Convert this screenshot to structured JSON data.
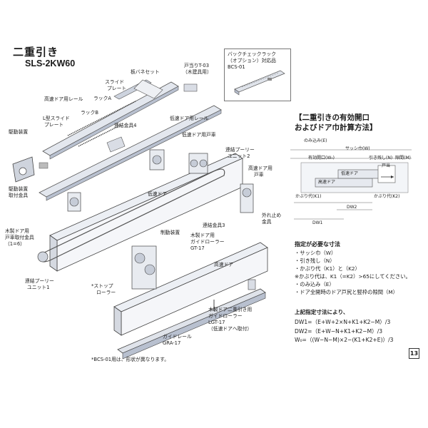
{
  "title": "二重引き",
  "model": "SLS-2KW60",
  "bcs": {
    "line1": "バックチェックラック",
    "line2": "（オプション）対応品",
    "line3": "BCS-01"
  },
  "labels": {
    "slide_plate": [
      "スライド",
      "プレート"
    ],
    "leaf_spring_set": "板バネセット",
    "door_stop": [
      "戸当りT-03",
      "（木建具用）"
    ],
    "rail_fast": "高速ドア用レール",
    "rack_a": "ラックA",
    "rack_b": "ラックB",
    "l_slide_plate": [
      "L型スライド",
      "プレート"
    ],
    "drive_unit": "駆動装置",
    "drive_mount": [
      "駆動装置",
      "取付金具"
    ],
    "link_bracket4": "連結金具4",
    "rail_slow": "低速ドア用レール",
    "car_slow": "低速ドア用戸車",
    "pulley_unit2": [
      "連結プーリー",
      "ユニット2"
    ],
    "car_fast": [
      "高速ドア用",
      "戸車"
    ],
    "slow_door_text": "低速ドア",
    "wood_door_mount": [
      "木製ドア用",
      "戸車取付金具",
      "（1=6）"
    ],
    "brake": "制動装置",
    "link_bracket3": "連結金具3",
    "anti_derail": [
      "外れ止め",
      "金具"
    ],
    "wood_guide_roller": [
      "木製ドア用",
      "ガイドローラー",
      "GT-17"
    ],
    "pulley_unit1": [
      "連結プーリー",
      "ユニット1"
    ],
    "stopper_roller": [
      "*ストップ",
      "ローラー"
    ],
    "fast_door_text": "高速ドア",
    "wood_double_roller": [
      "木製ドア二重引き用",
      "ガイドローラー",
      "LGT-17",
      "（低速ドアへ取付）"
    ],
    "guide_rail": [
      "ガイドレール",
      "GRA-17"
    ]
  },
  "note": "*BCS-01用は、形状が異なります。",
  "calc_title": [
    "【二重引きの有効開口",
    "およびドア巾計算方法】"
  ],
  "diagram": {
    "nomikomi": "のみ込み(E)",
    "sash_width": "サッシ巾(W)",
    "effective_opening": "有効開口(W₀)",
    "pull_remain": "引き残し(N)",
    "gap": "隙間(M)",
    "door_stop": "戸当",
    "slow_door": "低速ドア",
    "fast_door": "高速ドア",
    "overlap_k1": "かぶり代(K1)",
    "overlap_k2": "かぶり代(K2)",
    "dw1": "DW1",
    "dw2": "DW2"
  },
  "required_title": "指定が必要な寸法",
  "required_items": [
    "・サッシ巾（W）",
    "・引き残し（N）",
    "・かぶり代（K1）と（K2）",
    "※かぶり代は、K1（=K2）>65にしてください。",
    "・のみ込み（E）",
    "・ドア全開時のドア戸尻と竪枠の隙間（M）"
  ],
  "formula_title": "上記指定寸法により、",
  "formulas": [
    "DW1=（E+W+2×N+K1+K2−M）/3",
    "DW2=（E+W−N+K1+K2−M）/3",
    "W₀=（(W−N−M)×2−(K1+K2+E)）/3"
  ],
  "page_number": "13"
}
